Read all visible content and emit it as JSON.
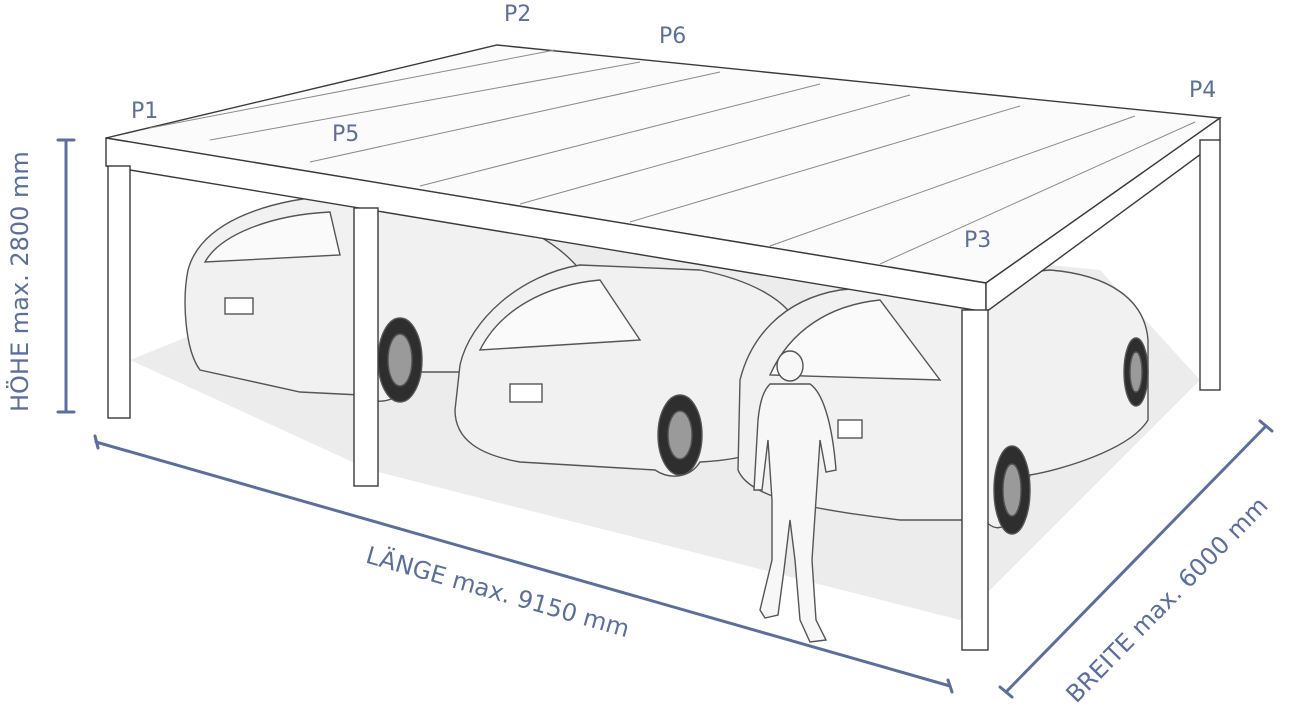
{
  "colors": {
    "dimension": "#5c6f9c",
    "structure_line": "#3a3a3a",
    "structure_fill": "#ffffff",
    "shade": "#e6e6e6",
    "car_fill": "#f1f1f1"
  },
  "posts": {
    "p1": "P1",
    "p2": "P2",
    "p3": "P3",
    "p4": "P4",
    "p5": "P5",
    "p6": "P6"
  },
  "dimensions": {
    "height": "HÖHE max. 2800 mm",
    "length": "LÄNGE max. 9150 mm",
    "width": "BREITE max. 6000 mm"
  }
}
